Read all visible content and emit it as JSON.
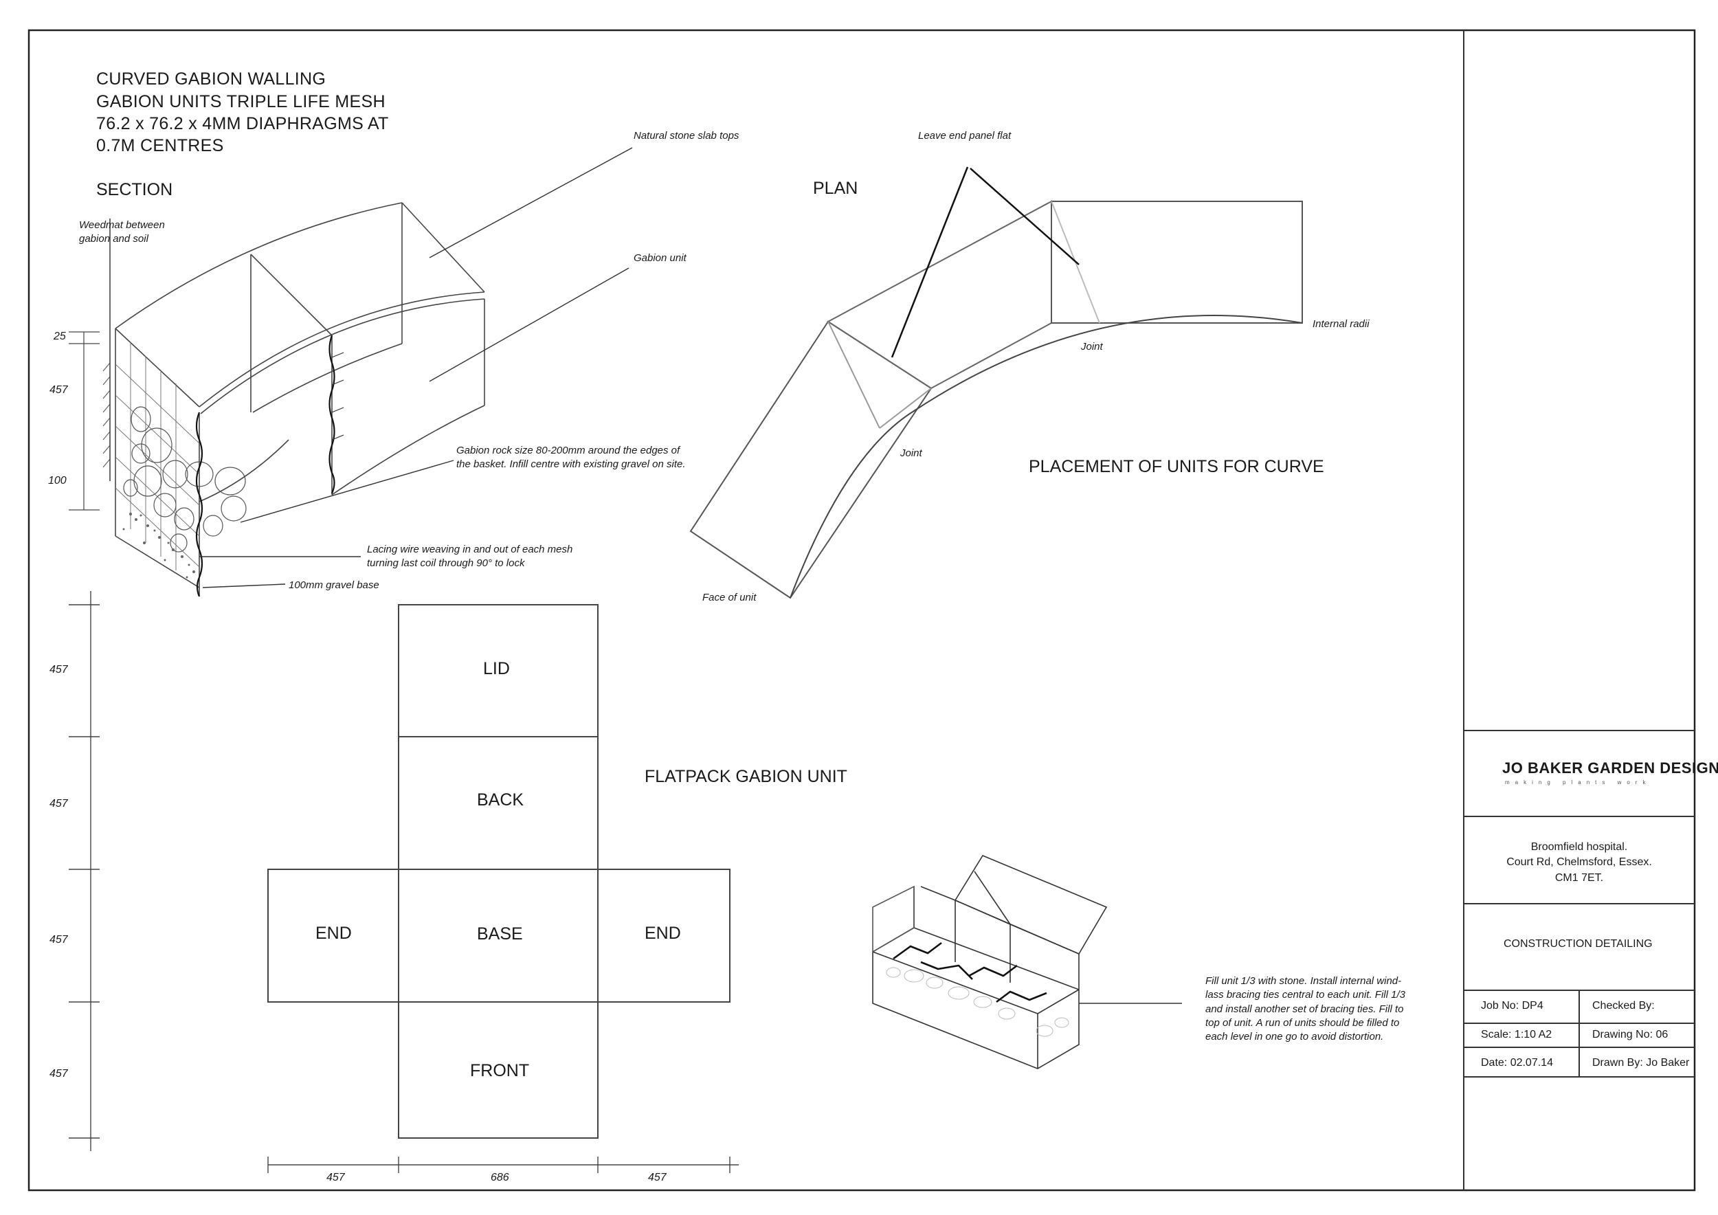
{
  "title_block_title": [
    "CURVED GABION WALLING",
    "GABION UNITS TRIPLE LIFE MESH",
    "76.2 x 76.2 x 4MM DIAPHRAGMS AT",
    "0.7M CENTRES"
  ],
  "section": {
    "heading": "SECTION",
    "labels": {
      "weedmat": [
        "Weedmat between",
        "gabion and soil"
      ],
      "stone_tops": "Natural stone slab tops",
      "gabion_unit": "Gabion unit",
      "rock_size": [
        "Gabion rock size 80-200mm around the edges of",
        "the basket. Infill centre with existing gravel on site."
      ],
      "lacing": [
        "Lacing wire weaving in and out of each mesh",
        "turning last coil through 90° to lock"
      ],
      "gravel_base": "100mm gravel base"
    },
    "dims": [
      "25",
      "457",
      "100"
    ]
  },
  "plan": {
    "heading": "PLAN",
    "labels": {
      "end_panel": "Leave end panel flat",
      "internal_radii": "Internal radii",
      "joint_1": "Joint",
      "joint_2": "Joint",
      "face_of_unit": "Face of unit"
    },
    "caption": "PLACEMENT OF UNITS FOR CURVE"
  },
  "flatpack": {
    "heading": "FLATPACK GABION UNIT",
    "panels": {
      "lid": "LID",
      "back": "BACK",
      "end_left": "END",
      "base": "BASE",
      "end_right": "END",
      "front": "FRONT"
    },
    "vertical_dims": [
      "457",
      "457",
      "457",
      "457"
    ],
    "horizontal_dims": [
      "457",
      "686",
      "457"
    ]
  },
  "fill_note": [
    "Fill unit 1/3 with stone. Install internal wind-",
    "lass bracing ties central to each unit. Fill 1/3",
    "and install another set of bracing ties. Fill to",
    "top of unit. A run of units should be filled to",
    "each level in one go to avoid distortion."
  ],
  "title_block": {
    "company": "JO BAKER GARDEN DESIGN",
    "tagline": "making plants work",
    "address": [
      "Broomfield hospital.",
      "Court Rd, Chelmsford, Essex.",
      "CM1 7ET."
    ],
    "drawing_title": "CONSTRUCTION DETAILING",
    "job_no": "Job No: DP4",
    "checked_by": "Checked By:",
    "scale": "Scale: 1:10 A2",
    "drawing_no": "Drawing No: 06",
    "date": "Date: 02.07.14",
    "drawn_by": "Drawn By: Jo Baker"
  }
}
